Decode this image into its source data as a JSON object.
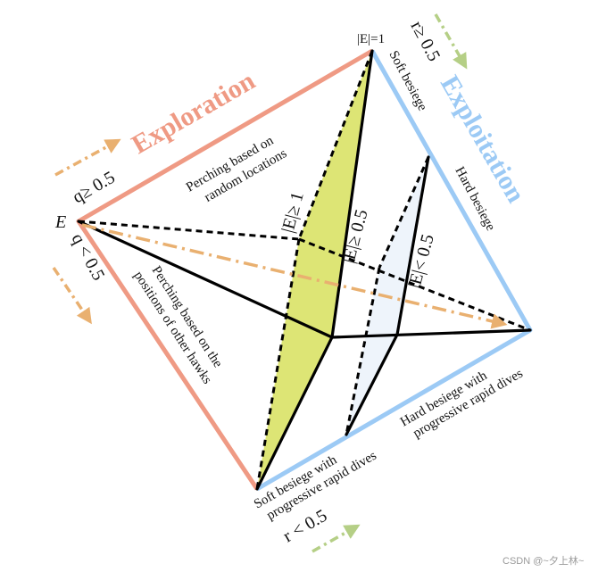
{
  "diagram": {
    "regions": {
      "exploration": "Exploration",
      "exploitation": "Exploitation"
    },
    "vertex_labels": {
      "e_left": "E",
      "e_top": "|E|=1"
    },
    "conditions": {
      "q_ge": "q≥ 0.5",
      "q_lt": "q < 0.5",
      "r_ge": "r≥ 0.5",
      "r_lt": "r < 0.5",
      "e_ge_1": "|E|≥ 1",
      "e_ge_05": "|E|≥ 0.5",
      "e_lt_05": "|E|< 0.5"
    },
    "strategies": {
      "perch_random_1": "Perching based on",
      "perch_random_2": "random locations",
      "perch_hawks_1": "Perching based on the",
      "perch_hawks_2": "positions of other hawks",
      "soft_besiege": "Soft besiege",
      "hard_besiege": "Hard besiege",
      "soft_rapid_1": "Soft besiege with",
      "soft_rapid_2": "progressive rapid dives",
      "hard_rapid_1": "Hard besiege with",
      "hard_rapid_2": "progressive rapid dives"
    },
    "colors": {
      "exploration": "#ef9a84",
      "exploitation": "#9ccaf5",
      "arrow_orange": "#e9b070",
      "arrow_green": "#b5cf86",
      "fill_yellow": "#dde575",
      "fill_blue": "#eef4fb",
      "line": "#000000"
    },
    "watermark": "CSDN @~夕上林~"
  }
}
